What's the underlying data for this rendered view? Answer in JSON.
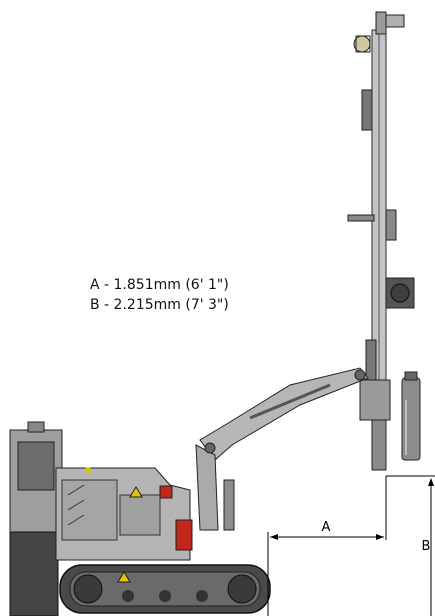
{
  "specs": [
    {
      "label": "A - 1.851mm (6' 1\")"
    },
    {
      "label": "B - 2.215mm (7' 3\")"
    }
  ],
  "dimensions": {
    "a_label": "A",
    "b_label": "B"
  },
  "colors": {
    "machine_body": "#b4b4b4",
    "machine_dark": "#3a3a3a",
    "track": "#4a4a4a",
    "warning": "#e2c400",
    "accent_red": "#c0281e",
    "dimension_line": "#000000"
  }
}
